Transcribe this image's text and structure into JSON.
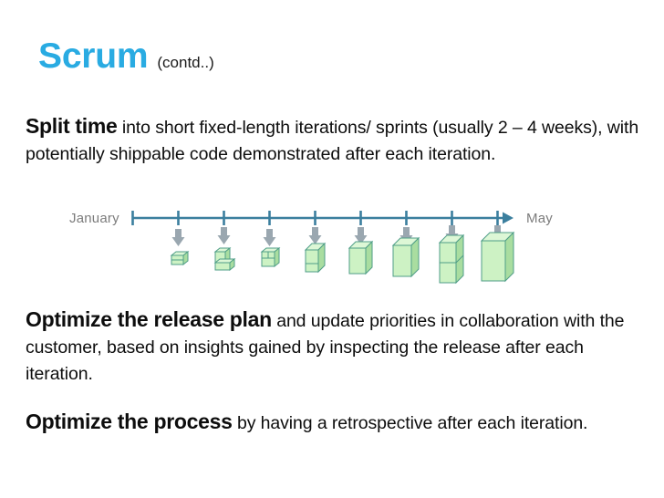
{
  "slide": {
    "title_main": "Scrum",
    "title_sub": "(contd..)",
    "accent_color": "#29abe2"
  },
  "paragraphs": [
    {
      "id": "para-split",
      "lead": "Split time",
      "rest": " into short fixed-length iterations/ sprints (usually 2 – 4 weeks), with potentially shippable code demonstrated after each iteration."
    },
    {
      "id": "para-release",
      "lead": "Optimize the release plan",
      "rest": " and update priorities in collaboration with the customer, based on insights gained by inspecting the release after each iteration."
    },
    {
      "id": "para-process",
      "lead": "Optimize the process",
      "rest": " by having a retrospective after each iteration."
    }
  ],
  "timeline": {
    "start_label": "January",
    "end_label": "May",
    "axis_color": "#3b7f9e",
    "arrow_color": "#9aa7b0",
    "cube_front_color": "#cdf2c4",
    "cube_side_color": "#a9dda0",
    "cube_top_color": "#ddf7d6",
    "cube_outline_color": "#4f9e87",
    "label_color": "#7c7c7c",
    "tick_count": 9,
    "increment_count": 8,
    "increments": [
      {
        "index": 1,
        "size": "tiny",
        "width": 16,
        "height": 8,
        "stack": 2
      },
      {
        "index": 2,
        "size": "small-step",
        "width": 20,
        "height": 14,
        "stack": 2
      },
      {
        "index": 3,
        "size": "small",
        "width": 20,
        "height": 16,
        "stack": 2
      },
      {
        "index": 4,
        "size": "medium-small",
        "width": 24,
        "height": 24,
        "stack": 2
      },
      {
        "index": 5,
        "size": "medium",
        "width": 30,
        "height": 28,
        "stack": 1
      },
      {
        "index": 6,
        "size": "medium-large",
        "width": 34,
        "height": 34,
        "stack": 1
      },
      {
        "index": 7,
        "size": "large-tall",
        "width": 30,
        "height": 44,
        "stack": 2
      },
      {
        "index": 8,
        "size": "largest",
        "width": 44,
        "height": 44,
        "stack": 1
      }
    ]
  }
}
